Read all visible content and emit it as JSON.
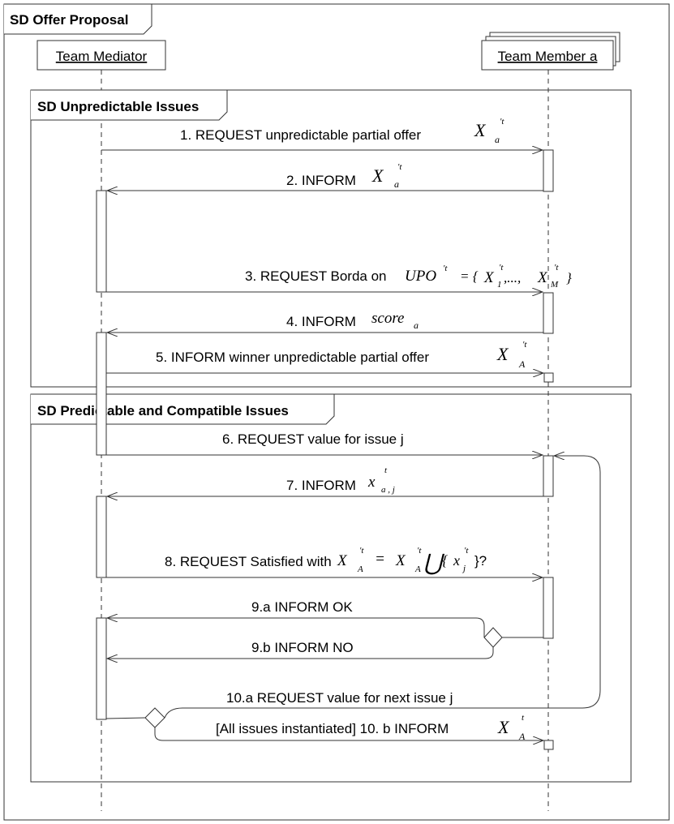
{
  "frame": {
    "title": "SD Offer Proposal"
  },
  "lifelines": {
    "mediator": "Team Mediator",
    "member": "Team Member a"
  },
  "fragments": {
    "unpredictable": "SD Unpredictable Issues",
    "predictable": "SD Predictable and Compatible Issues"
  },
  "messages": {
    "m1": {
      "text": "1. REQUEST unpredictable partial offer",
      "sym": "X",
      "sup": "'t",
      "sub": "a"
    },
    "m2": {
      "text": "2. INFORM",
      "sym": "X",
      "sup": "'t",
      "sub": "a"
    },
    "m3": {
      "text": "3. REQUEST Borda on",
      "upo": "UPO",
      "upo_sup": "'t",
      "eq": "= {",
      "x1": "X",
      "x1_sup": "'t",
      "x1_sub": "1",
      "dots": ",...,",
      "xm": "X",
      "xm_sup": "'t",
      "xm_sub": "M",
      "close": "}"
    },
    "m4": {
      "text": "4. INFORM",
      "score": "score",
      "score_sub": "a"
    },
    "m5": {
      "text": "5. INFORM winner unpredictable partial offer",
      "sym": "X",
      "sup": "'t",
      "sub": "A"
    },
    "m6": {
      "text": "6. REQUEST value for issue j"
    },
    "m7": {
      "text": "7. INFORM",
      "sym": "x",
      "sup": "t",
      "sub": "a , j"
    },
    "m8": {
      "text": "8. REQUEST Satisfied with",
      "a": "X",
      "a_sup": "'t",
      "a_sub": "A",
      "eq": "=",
      "b": "X",
      "b_sup": "'t",
      "b_sub": "A",
      "union": "⋃",
      "open": "{",
      "c": "x",
      "c_sup": "'t",
      "c_sub": "j",
      "close": "}?"
    },
    "m9a": {
      "text": "9.a INFORM OK"
    },
    "m9b": {
      "text": "9.b INFORM NO"
    },
    "m10a": {
      "text": "10.a REQUEST value for next issue j"
    },
    "m10b": {
      "text": "[All issues instantiated] 10. b INFORM",
      "sym": "X",
      "sup": "t",
      "sub": "A"
    }
  }
}
